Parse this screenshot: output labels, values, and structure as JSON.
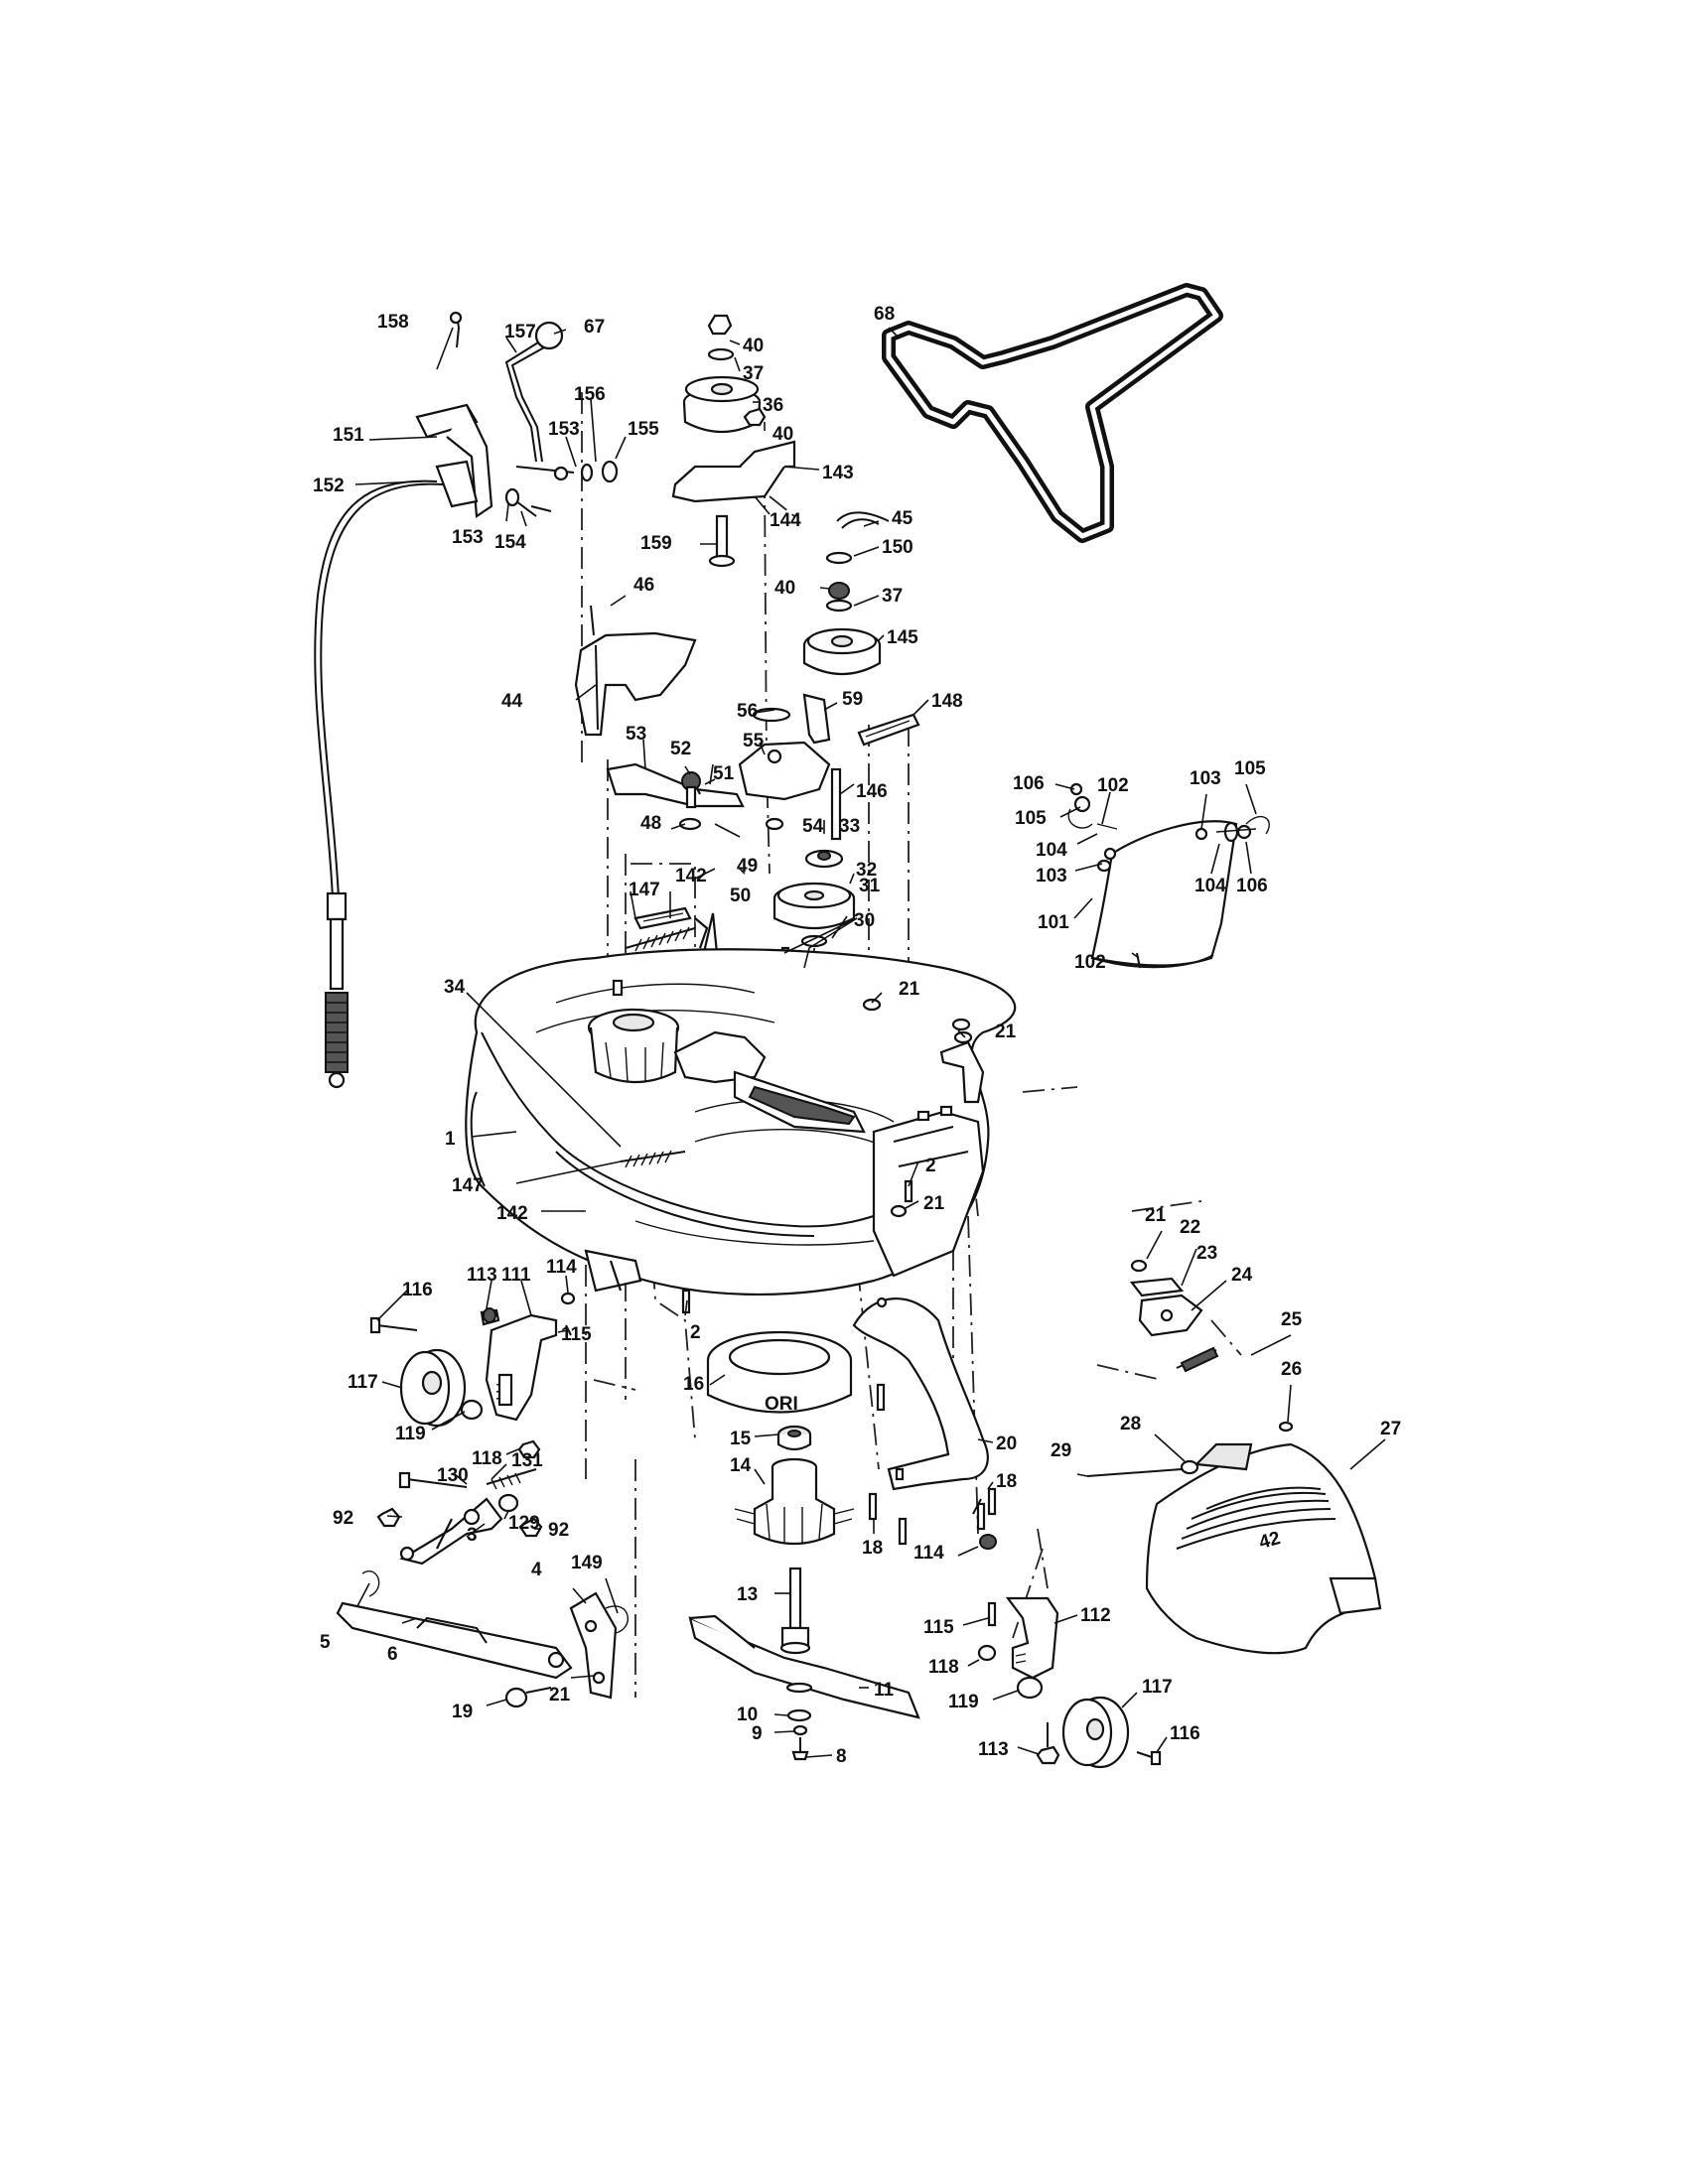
{
  "callouts": [
    {
      "id": "c67",
      "text": "67"
    },
    {
      "id": "c157",
      "text": "157"
    },
    {
      "id": "c158",
      "text": "158"
    },
    {
      "id": "c151",
      "text": "151"
    },
    {
      "id": "c156",
      "text": "156"
    },
    {
      "id": "c153a",
      "text": "153"
    },
    {
      "id": "c155",
      "text": "155"
    },
    {
      "id": "c152",
      "text": "152"
    },
    {
      "id": "c153b",
      "text": "153"
    },
    {
      "id": "c154",
      "text": "154"
    },
    {
      "id": "c40a",
      "text": "40"
    },
    {
      "id": "c37a",
      "text": "37"
    },
    {
      "id": "c36",
      "text": "36"
    },
    {
      "id": "c40b",
      "text": "40"
    },
    {
      "id": "c143",
      "text": "143"
    },
    {
      "id": "c144",
      "text": "144"
    },
    {
      "id": "c159",
      "text": "159"
    },
    {
      "id": "c68",
      "text": "68"
    },
    {
      "id": "c45",
      "text": "45"
    },
    {
      "id": "c150",
      "text": "150"
    },
    {
      "id": "c40c",
      "text": "40"
    },
    {
      "id": "c37b",
      "text": "37"
    },
    {
      "id": "c145",
      "text": "145"
    },
    {
      "id": "c46",
      "text": "46"
    },
    {
      "id": "c44",
      "text": "44"
    },
    {
      "id": "c56",
      "text": "56"
    },
    {
      "id": "c59",
      "text": "59"
    },
    {
      "id": "c148",
      "text": "148"
    },
    {
      "id": "c55",
      "text": "55"
    },
    {
      "id": "c53",
      "text": "53"
    },
    {
      "id": "c52",
      "text": "52"
    },
    {
      "id": "c51",
      "text": "51"
    },
    {
      "id": "c146",
      "text": "146"
    },
    {
      "id": "c48",
      "text": "48"
    },
    {
      "id": "c54",
      "text": "54"
    },
    {
      "id": "c33",
      "text": "33"
    },
    {
      "id": "c49",
      "text": "49"
    },
    {
      "id": "c50",
      "text": "50"
    },
    {
      "id": "c32",
      "text": "32"
    },
    {
      "id": "c142a",
      "text": "142"
    },
    {
      "id": "c31",
      "text": "31"
    },
    {
      "id": "c147a",
      "text": "147"
    },
    {
      "id": "c30",
      "text": "30"
    },
    {
      "id": "c21a",
      "text": "21"
    },
    {
      "id": "c21b",
      "text": "21"
    },
    {
      "id": "c34",
      "text": "34"
    },
    {
      "id": "c1",
      "text": "1"
    },
    {
      "id": "c147b",
      "text": "147"
    },
    {
      "id": "c2a",
      "text": "2"
    },
    {
      "id": "c21c",
      "text": "21"
    },
    {
      "id": "c142b",
      "text": "142"
    },
    {
      "id": "c106a",
      "text": "106"
    },
    {
      "id": "c102a",
      "text": "102"
    },
    {
      "id": "c103a",
      "text": "103"
    },
    {
      "id": "c105a",
      "text": "105"
    },
    {
      "id": "c105b",
      "text": "105"
    },
    {
      "id": "c104a",
      "text": "104"
    },
    {
      "id": "c103b",
      "text": "103"
    },
    {
      "id": "c104b",
      "text": "104"
    },
    {
      "id": "c106b",
      "text": "106"
    },
    {
      "id": "c101",
      "text": "101"
    },
    {
      "id": "c102b",
      "text": "102"
    },
    {
      "id": "c116a",
      "text": "116"
    },
    {
      "id": "c113a",
      "text": "113"
    },
    {
      "id": "c111",
      "text": "111"
    },
    {
      "id": "c114a",
      "text": "114"
    },
    {
      "id": "c115a",
      "text": "115"
    },
    {
      "id": "c117a",
      "text": "117"
    },
    {
      "id": "c119a",
      "text": "119"
    },
    {
      "id": "c118a",
      "text": "118"
    },
    {
      "id": "c2b",
      "text": "2"
    },
    {
      "id": "c16",
      "text": "16"
    },
    {
      "id": "c15",
      "text": "15"
    },
    {
      "id": "c14",
      "text": "14"
    },
    {
      "id": "c20",
      "text": "20"
    },
    {
      "id": "c18a",
      "text": "18"
    },
    {
      "id": "c18b",
      "text": "18"
    },
    {
      "id": "c21d",
      "text": "21"
    },
    {
      "id": "c22",
      "text": "22"
    },
    {
      "id": "c23",
      "text": "23"
    },
    {
      "id": "c24",
      "text": "24"
    },
    {
      "id": "c25",
      "text": "25"
    },
    {
      "id": "c26",
      "text": "26"
    },
    {
      "id": "c28",
      "text": "28"
    },
    {
      "id": "c27",
      "text": "27"
    },
    {
      "id": "c29",
      "text": "29"
    },
    {
      "id": "c130",
      "text": "130"
    },
    {
      "id": "c131",
      "text": "131"
    },
    {
      "id": "c129",
      "text": "129"
    },
    {
      "id": "c92a",
      "text": "92"
    },
    {
      "id": "c92b",
      "text": "92"
    },
    {
      "id": "c3",
      "text": "3"
    },
    {
      "id": "c4",
      "text": "4"
    },
    {
      "id": "c149",
      "text": "149"
    },
    {
      "id": "c5",
      "text": "5"
    },
    {
      "id": "c6",
      "text": "6"
    },
    {
      "id": "c19",
      "text": "19"
    },
    {
      "id": "c21e",
      "text": "21"
    },
    {
      "id": "c13",
      "text": "13"
    },
    {
      "id": "c11",
      "text": "11"
    },
    {
      "id": "c10",
      "text": "10"
    },
    {
      "id": "c9",
      "text": "9"
    },
    {
      "id": "c8",
      "text": "8"
    },
    {
      "id": "c114b",
      "text": "114"
    },
    {
      "id": "c115b",
      "text": "115"
    },
    {
      "id": "c112",
      "text": "112"
    },
    {
      "id": "c118b",
      "text": "118"
    },
    {
      "id": "c119b",
      "text": "119"
    },
    {
      "id": "c117b",
      "text": "117"
    },
    {
      "id": "c113b",
      "text": "113"
    },
    {
      "id": "c116b",
      "text": "116"
    }
  ],
  "deck_shield_marking": "42"
}
